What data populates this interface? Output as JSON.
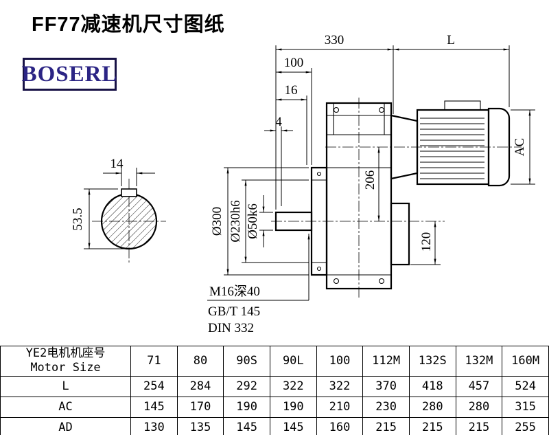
{
  "title": "FF77减速机尺寸图纸",
  "logo": {
    "text": "BOSERL"
  },
  "drawing": {
    "shaft_section": {
      "width_dim": "14",
      "height_dim": "53.5"
    },
    "dims": {
      "top_length": "330",
      "motor_length": "L",
      "shaft_length": "100",
      "dim16": "16",
      "dim4": "4",
      "motor_diameter": "AC",
      "axis_height": "206",
      "dim120": "120",
      "flange_diameter": "Ø300",
      "spigot_diameter": "Ø230h6",
      "shaft_diameter": "Ø50k6"
    },
    "notes": {
      "tap": "M16深40",
      "standard1": "GB/T 145",
      "standard2": "DIN 332"
    }
  },
  "table": {
    "header": {
      "line1": "YE2电机机座号",
      "line2": "Motor Size"
    },
    "motor_sizes": [
      "71",
      "80",
      "90S",
      "90L",
      "100",
      "112M",
      "132S",
      "132M",
      "160M"
    ],
    "rows": [
      {
        "label": "L",
        "values": [
          "254",
          "284",
          "292",
          "322",
          "322",
          "370",
          "418",
          "457",
          "524"
        ]
      },
      {
        "label": "AC",
        "values": [
          "145",
          "170",
          "190",
          "190",
          "210",
          "230",
          "280",
          "280",
          "315"
        ]
      },
      {
        "label": "AD",
        "values": [
          "130",
          "135",
          "145",
          "145",
          "160",
          "215",
          "215",
          "215",
          "255"
        ]
      }
    ]
  }
}
